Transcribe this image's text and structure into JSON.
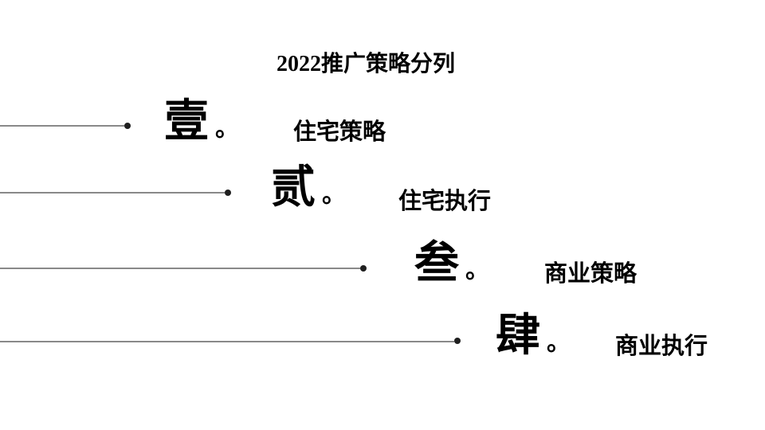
{
  "slide": {
    "title": "2022推广策略分列",
    "items": [
      {
        "number": "壹",
        "punctuation": "。",
        "label": "住宅策略"
      },
      {
        "number": "贰",
        "punctuation": "。",
        "label": "住宅执行"
      },
      {
        "number": "叁",
        "punctuation": "。",
        "label": "商业策略"
      },
      {
        "number": "肆",
        "punctuation": "。",
        "label": "商业执行"
      }
    ],
    "colors": {
      "background": "#ffffff",
      "text": "#000000",
      "leader_line": "#898989",
      "leader_dot": "#1f1f1f"
    }
  }
}
